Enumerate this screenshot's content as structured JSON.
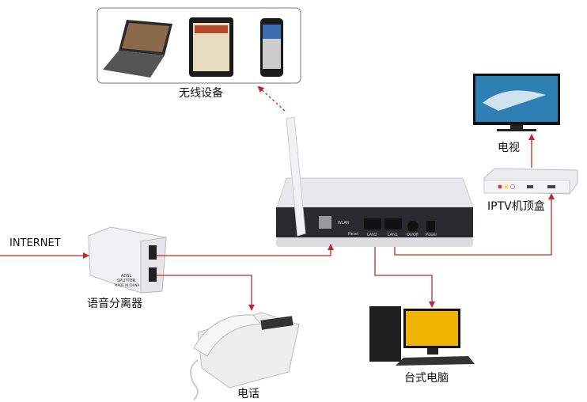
{
  "labels": {
    "wireless": "无线设备",
    "tv": "电视",
    "iptv": "IPTV机顶盒",
    "internet": "INTERNET",
    "splitter": "语音分离器",
    "phone": "电话",
    "pc": "台式电脑"
  },
  "router_ports": {
    "wlan": "WLAN",
    "reset": "Reset",
    "lan2": "LAN2",
    "lan1": "LAN1",
    "onoff": "On/Off",
    "power": "Power"
  },
  "splitter_print": [
    "ADSL",
    "SPLITTER",
    "MADE IN CHINA"
  ],
  "colors": {
    "line": "#c0282a",
    "router_body": "#e4e4e8",
    "router_panel": "#2a2a2e"
  }
}
